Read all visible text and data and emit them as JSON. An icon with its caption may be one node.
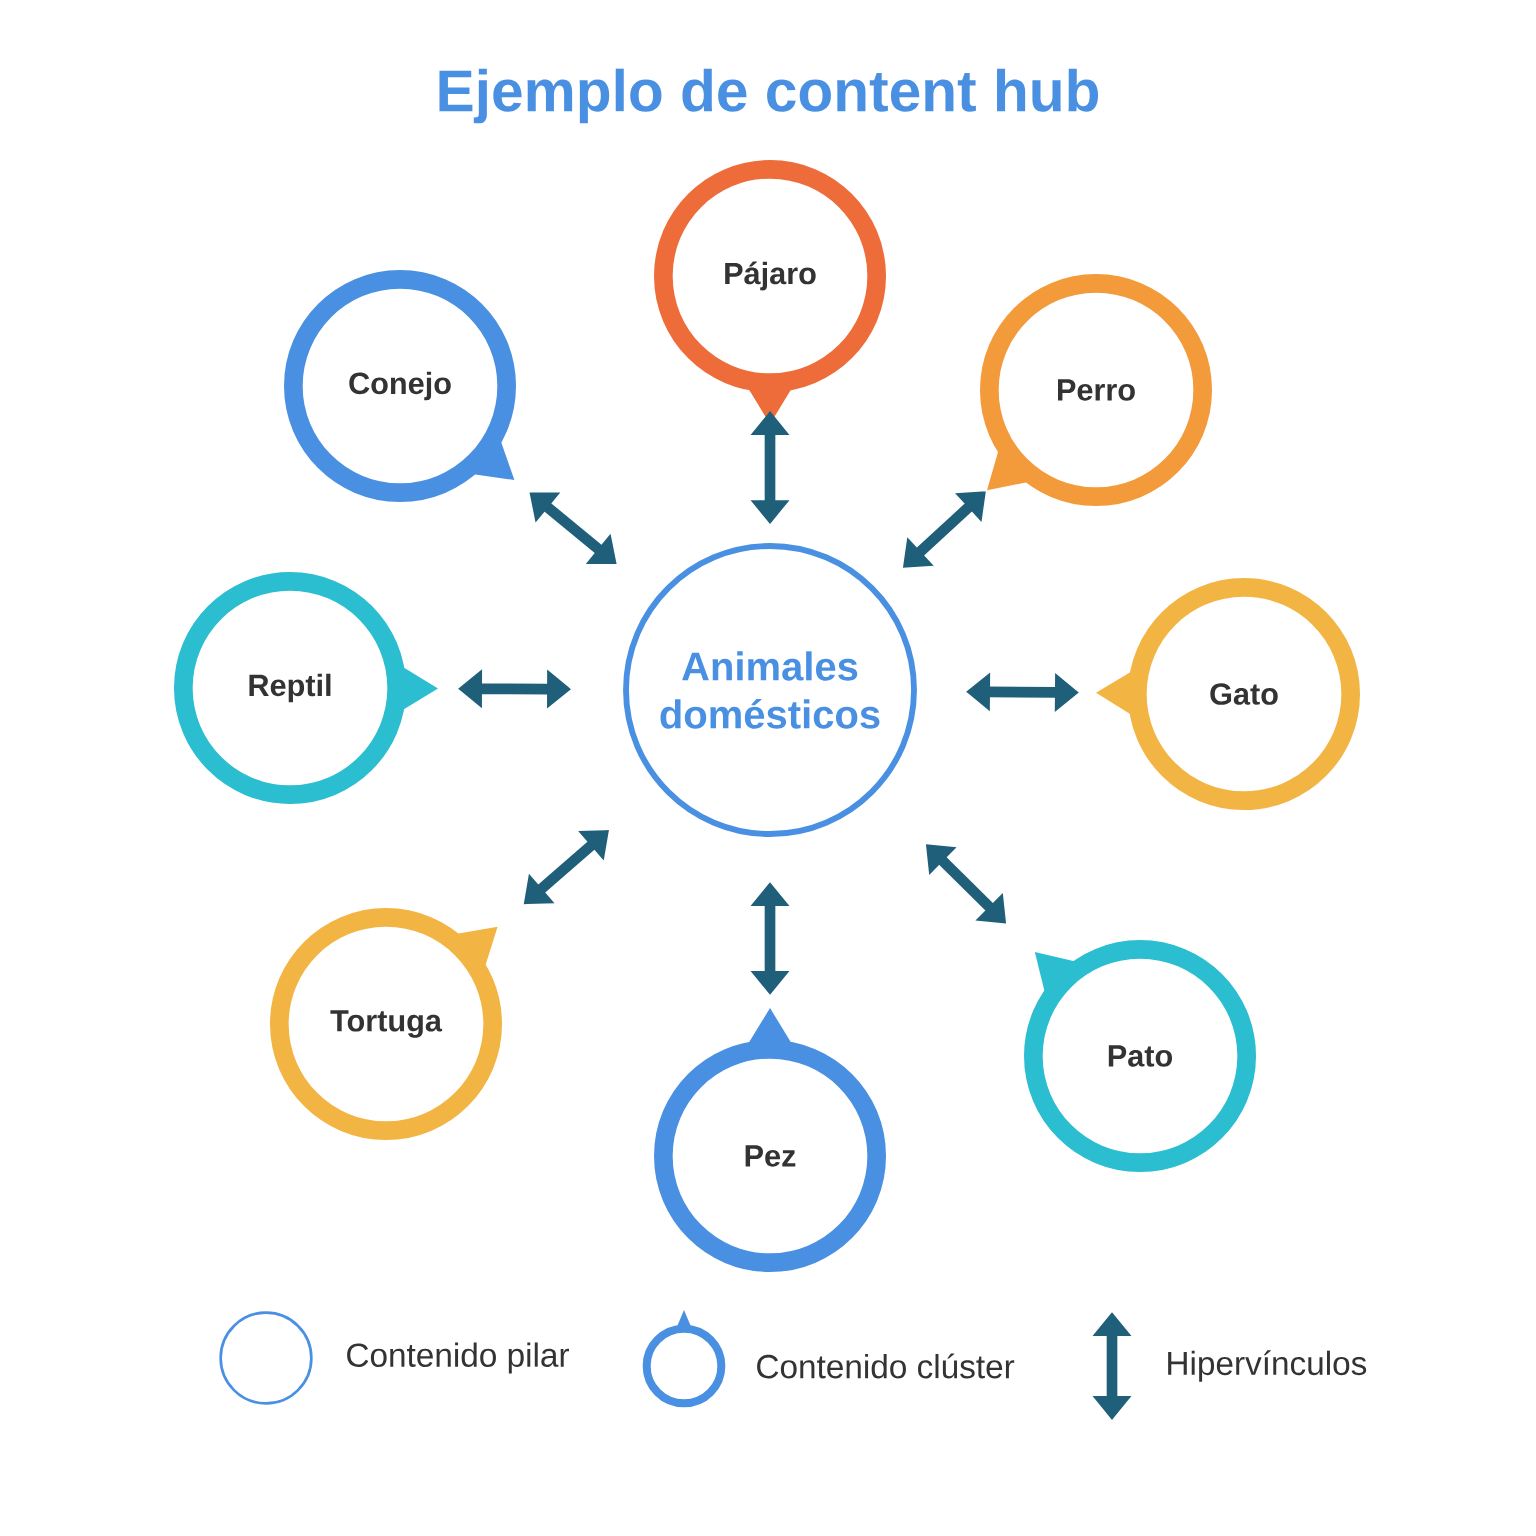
{
  "diagram": {
    "title": "Ejemplo de content hub",
    "nodes": [
      {
        "text": [
          "Animales domésticos"
        ]
      },
      {
        "text": [
          "Pájaro"
        ]
      },
      {
        "text": [
          "Perro"
        ]
      },
      {
        "text": [
          "Gato"
        ]
      },
      {
        "text": [
          "Pato"
        ]
      },
      {
        "text": [
          "Pez"
        ]
      },
      {
        "text": [
          "Tortuga"
        ]
      },
      {
        "text": [
          "Reptil"
        ]
      },
      {
        "text": [
          "Conejo"
        ]
      }
    ],
    "edges": [
      {
        "from": 0,
        "to": 1,
        "arrow": "both"
      },
      {
        "from": 0,
        "to": 2,
        "arrow": "both"
      },
      {
        "from": 0,
        "to": 3,
        "arrow": "both"
      },
      {
        "from": 0,
        "to": 4,
        "arrow": "both"
      },
      {
        "from": 0,
        "to": 5,
        "arrow": "both"
      },
      {
        "from": 0,
        "to": 6,
        "arrow": "both"
      },
      {
        "from": 0,
        "to": 7,
        "arrow": "both"
      },
      {
        "from": 0,
        "to": 8,
        "arrow": "both"
      }
    ],
    "legend": [
      {
        "text": "Contenido pilar"
      },
      {
        "text": "Contenido clúster"
      },
      {
        "text": "Hipervínculos"
      }
    ]
  }
}
